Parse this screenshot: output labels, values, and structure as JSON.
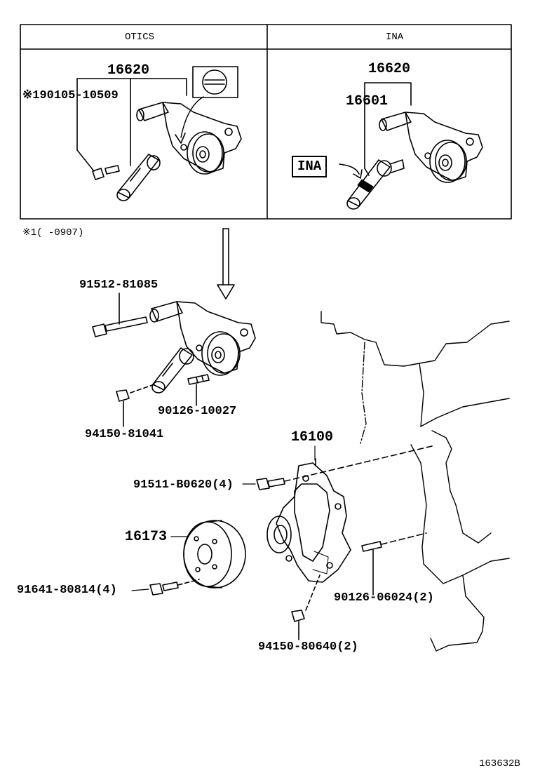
{
  "table": {
    "left_header": "OTICS",
    "right_header": "INA"
  },
  "footnote": "※1(      -0907)",
  "drawing_id": "163632B",
  "ina_callout": "INA",
  "parts": {
    "otics_tensioner": "16620",
    "otics_bolt": "※190105-10509",
    "ina_tensioner": "16620",
    "ina_damper": "16601",
    "bolt_long": "91512-81085",
    "stud_tensioner": "90126-10027",
    "nut_tensioner": "94150-81041",
    "water_pump": "16100",
    "pump_bolt": "91511-B0620(4)",
    "pulley": "16173",
    "pulley_bolt": "91641-80814(4)",
    "pump_stud": "90126-06024(2)",
    "pump_nut": "94150-80640(2)"
  }
}
